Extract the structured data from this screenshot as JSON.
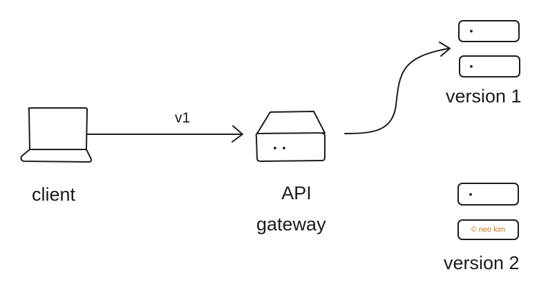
{
  "nodes": {
    "client": "client",
    "api_line1": "API",
    "api_line2": "gateway",
    "version1": "version 1",
    "version2": "version 2"
  },
  "edges": {
    "client_to_gateway": "v1"
  },
  "watermark": "© neo kim",
  "colors": {
    "stroke": "#1a1a1a",
    "watermark": "#c47a16",
    "background": "#ffffff"
  }
}
